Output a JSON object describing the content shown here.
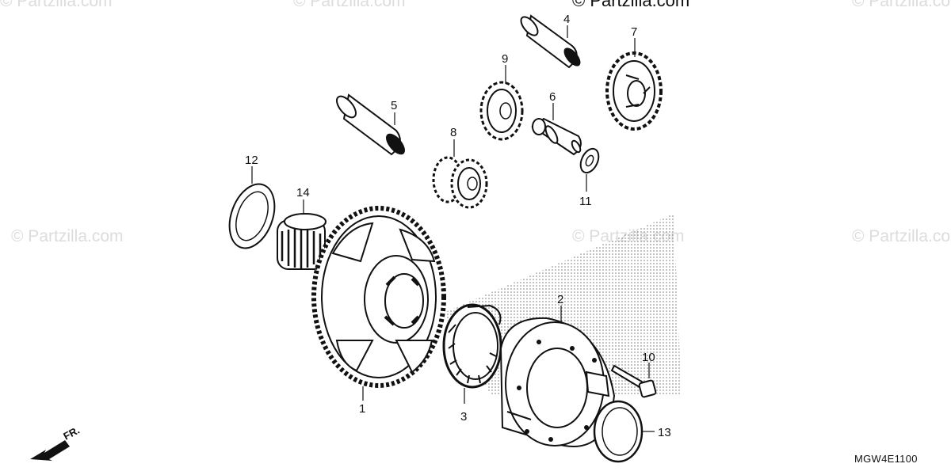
{
  "watermarks": [
    "© Partzilla.com",
    "© Partzilla.com",
    "© Partzilla.com",
    "© Partzilla.com",
    "© Partzilla.com",
    "© Partzilla.com"
  ],
  "copyright": "© Partzilla.com",
  "diagram_code": "MGW4E1100",
  "front_indicator": "FR.",
  "callouts": [
    "1",
    "2",
    "3",
    "4",
    "5",
    "6",
    "7",
    "8",
    "9",
    "10",
    "11",
    "12",
    "13",
    "14"
  ]
}
